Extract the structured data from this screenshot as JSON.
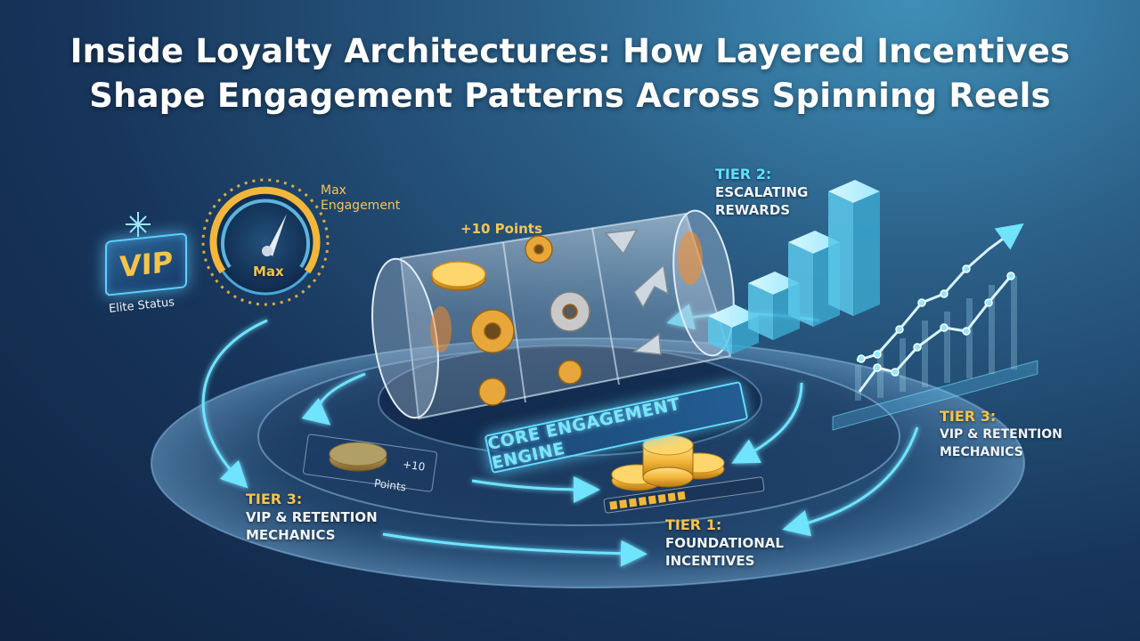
{
  "title": {
    "line1": "Inside Loyalty Architectures: How Layered Incentives",
    "line2": "Shape Engagement Patterns Across Spinning Reels"
  },
  "vip": {
    "badge": "VIP",
    "status": "Elite Status"
  },
  "gauge": {
    "label_line1": "Max",
    "label_line2": "Engagement",
    "center": "Max"
  },
  "reel": {
    "points_label": "+10 Points"
  },
  "core": {
    "label": "CORE ENGAGEMENT ENGINE"
  },
  "points_card": {
    "amount": "+10",
    "unit": "Points"
  },
  "tiers": {
    "tier1": {
      "head": "TIER 1:",
      "line1": "FOUNDATIONAL",
      "line2": "INCENTIVES"
    },
    "tier2": {
      "head": "TIER 2:",
      "line1": "ESCALATING",
      "line2": "REWARDS"
    },
    "tier3_left": {
      "head": "TIER 3:",
      "line1": "VIP & RETENTION",
      "line2": "MECHANICS"
    },
    "tier3_right": {
      "head": "TIER 3:",
      "line1": "VIP & RETENTION",
      "line2": "MECHANICS"
    }
  },
  "colors": {
    "gold": "#f6c34a",
    "cyan": "#5fe0ff",
    "background_deep": "#0f2442",
    "background_light": "#3f8fb8"
  },
  "icons": [
    "vip-badge-icon",
    "gauge-icon",
    "slot-reel-icon",
    "gear-icon",
    "coin-icon",
    "arrow-up-icon",
    "bar-chart-icon",
    "line-chart-icon"
  ]
}
